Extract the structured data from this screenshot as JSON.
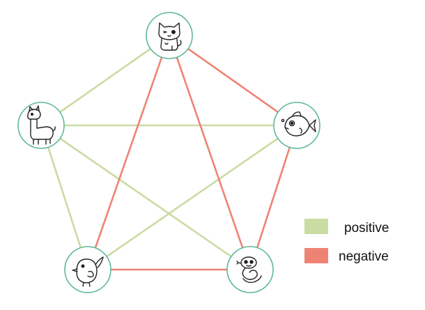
{
  "colors": {
    "positive": "#c9dca2",
    "negative": "#ef8373",
    "node_border": "#5fb89b",
    "node_fill": "#ffffff"
  },
  "nodes": [
    {
      "id": "cat",
      "icon": "cat-icon"
    },
    {
      "id": "fish",
      "icon": "fish-icon"
    },
    {
      "id": "snake",
      "icon": "snake-icon"
    },
    {
      "id": "bird",
      "icon": "bird-icon"
    },
    {
      "id": "alpaca",
      "icon": "alpaca-icon"
    }
  ],
  "edges": [
    {
      "from": "cat",
      "to": "alpaca",
      "sign": "positive"
    },
    {
      "from": "alpaca",
      "to": "fish",
      "sign": "positive"
    },
    {
      "from": "alpaca",
      "to": "snake",
      "sign": "positive"
    },
    {
      "from": "alpaca",
      "to": "bird",
      "sign": "positive"
    },
    {
      "from": "fish",
      "to": "bird",
      "sign": "positive"
    },
    {
      "from": "cat",
      "to": "fish",
      "sign": "negative"
    },
    {
      "from": "cat",
      "to": "bird",
      "sign": "negative"
    },
    {
      "from": "cat",
      "to": "snake",
      "sign": "negative"
    },
    {
      "from": "fish",
      "to": "snake",
      "sign": "negative"
    },
    {
      "from": "bird",
      "to": "snake",
      "sign": "negative"
    }
  ],
  "legend": {
    "positive_label": "positive",
    "negative_label": "negative"
  }
}
